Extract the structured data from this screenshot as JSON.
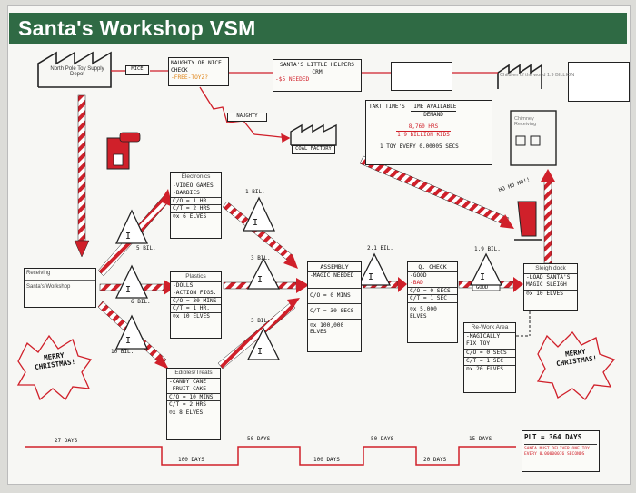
{
  "title": "Santa's Workshop VSM",
  "suppliers": {
    "north_pole": "North Pole Toy Supply Depot",
    "mice_label": "MICE",
    "naughty_check": {
      "title": "NAUGHTY OR NICE CHECK",
      "note": "-FREE-TOYZ?"
    },
    "helpers": {
      "title": "SANTA'S LITTLE HELPERS CRM",
      "note": "-$5 NEEDED"
    },
    "customer": "Children of the world 1.9 BILLION",
    "naughty_label": "NAUGHTY",
    "coal_factory": "COAL FACTORY",
    "chimney": "Chimney Receiving"
  },
  "takt": {
    "label": "TAKT TIME'S",
    "numerator": "TIME AVAILABLE",
    "denominator": "DEMAND",
    "line2_num": "8,760 HRS",
    "line2_den": "1.9 BILLION KIDS",
    "line3": "1 TOY EVERY 0.00005 SECS"
  },
  "receiving": {
    "title": "Receiving",
    "sub": "Santa's Workshop"
  },
  "electronics": {
    "title": "Electronics",
    "items": [
      "-VIDEO GAMES",
      "-BARBIES"
    ],
    "co": "C/O = 1 HR.",
    "ct": "C/T = 2 HRS",
    "ops": "x 6 ELVES"
  },
  "plastics": {
    "title": "Plastics",
    "items": [
      "-DOLLS",
      "-ACTION FIGS."
    ],
    "co": "C/O = 30 MINS",
    "ct": "C/T = 1 HR.",
    "ops": "x 10 ELVES"
  },
  "edibles": {
    "title": "Edibles/Treats",
    "items": [
      "-CANDY CANE",
      "-FRUIT CAKE"
    ],
    "co": "C/O = 10 MINS",
    "ct": "C/T = 2 HRS",
    "ops": "x 8 ELVES"
  },
  "assembly": {
    "title": "ASSEMBLY",
    "items": [
      "-MAGIC NEEDED"
    ],
    "co": "C/O = 0 MINS",
    "ct": "C/T = 30 SECS",
    "ops": "x 100,000 ELVES"
  },
  "qcheck": {
    "title": "Q. CHECK",
    "good": "-GOOD",
    "bad": "-BAD",
    "co": "C/O = 0 SECS",
    "ct": "C/T = 1 SEC",
    "ops": "x 5,000 ELVES"
  },
  "rework": {
    "title": "Re-Work Area",
    "items": [
      "-MAGICALLY FIX TOY"
    ],
    "co": "C/O = 0 SECS",
    "ct": "C/T = 1 SEC",
    "ops": "x 20 ELVES"
  },
  "sleigh": {
    "title": "Sleigh dock",
    "items": [
      "-LOAD SANTA'S MAGIC SLEIGH"
    ],
    "ops": "x 10 ELVES"
  },
  "inventory": {
    "i1": "5 BIL.",
    "i2": "6 BIL.",
    "i3": "10 BIL.",
    "i4": "1 BIL.",
    "i5": "3 BIL.",
    "i6": "3 BIL.",
    "i7": "2.1 BIL.",
    "i8": "1.9 BIL.",
    "i_symbol": "I"
  },
  "good_label": "GOOD",
  "ho_ho": "HO HO HO!!",
  "merry_left": "MERRY CHRISTMAS!",
  "merry_right": "MERRY CHRISTMAS!",
  "timeline": {
    "top": [
      "27 DAYS",
      "50 DAYS",
      "50 DAYS",
      "15 DAYS"
    ],
    "bottom": [
      "100 DAYS",
      "100 DAYS",
      "20 DAYS"
    ],
    "plt": "PLT = 364 DAYS",
    "note": "SANTA MUST DELIVER ONE TOY EVERY 0.00000076 SECONDS"
  },
  "colors": {
    "green": "#2f6a44",
    "red": "#d0202a"
  }
}
